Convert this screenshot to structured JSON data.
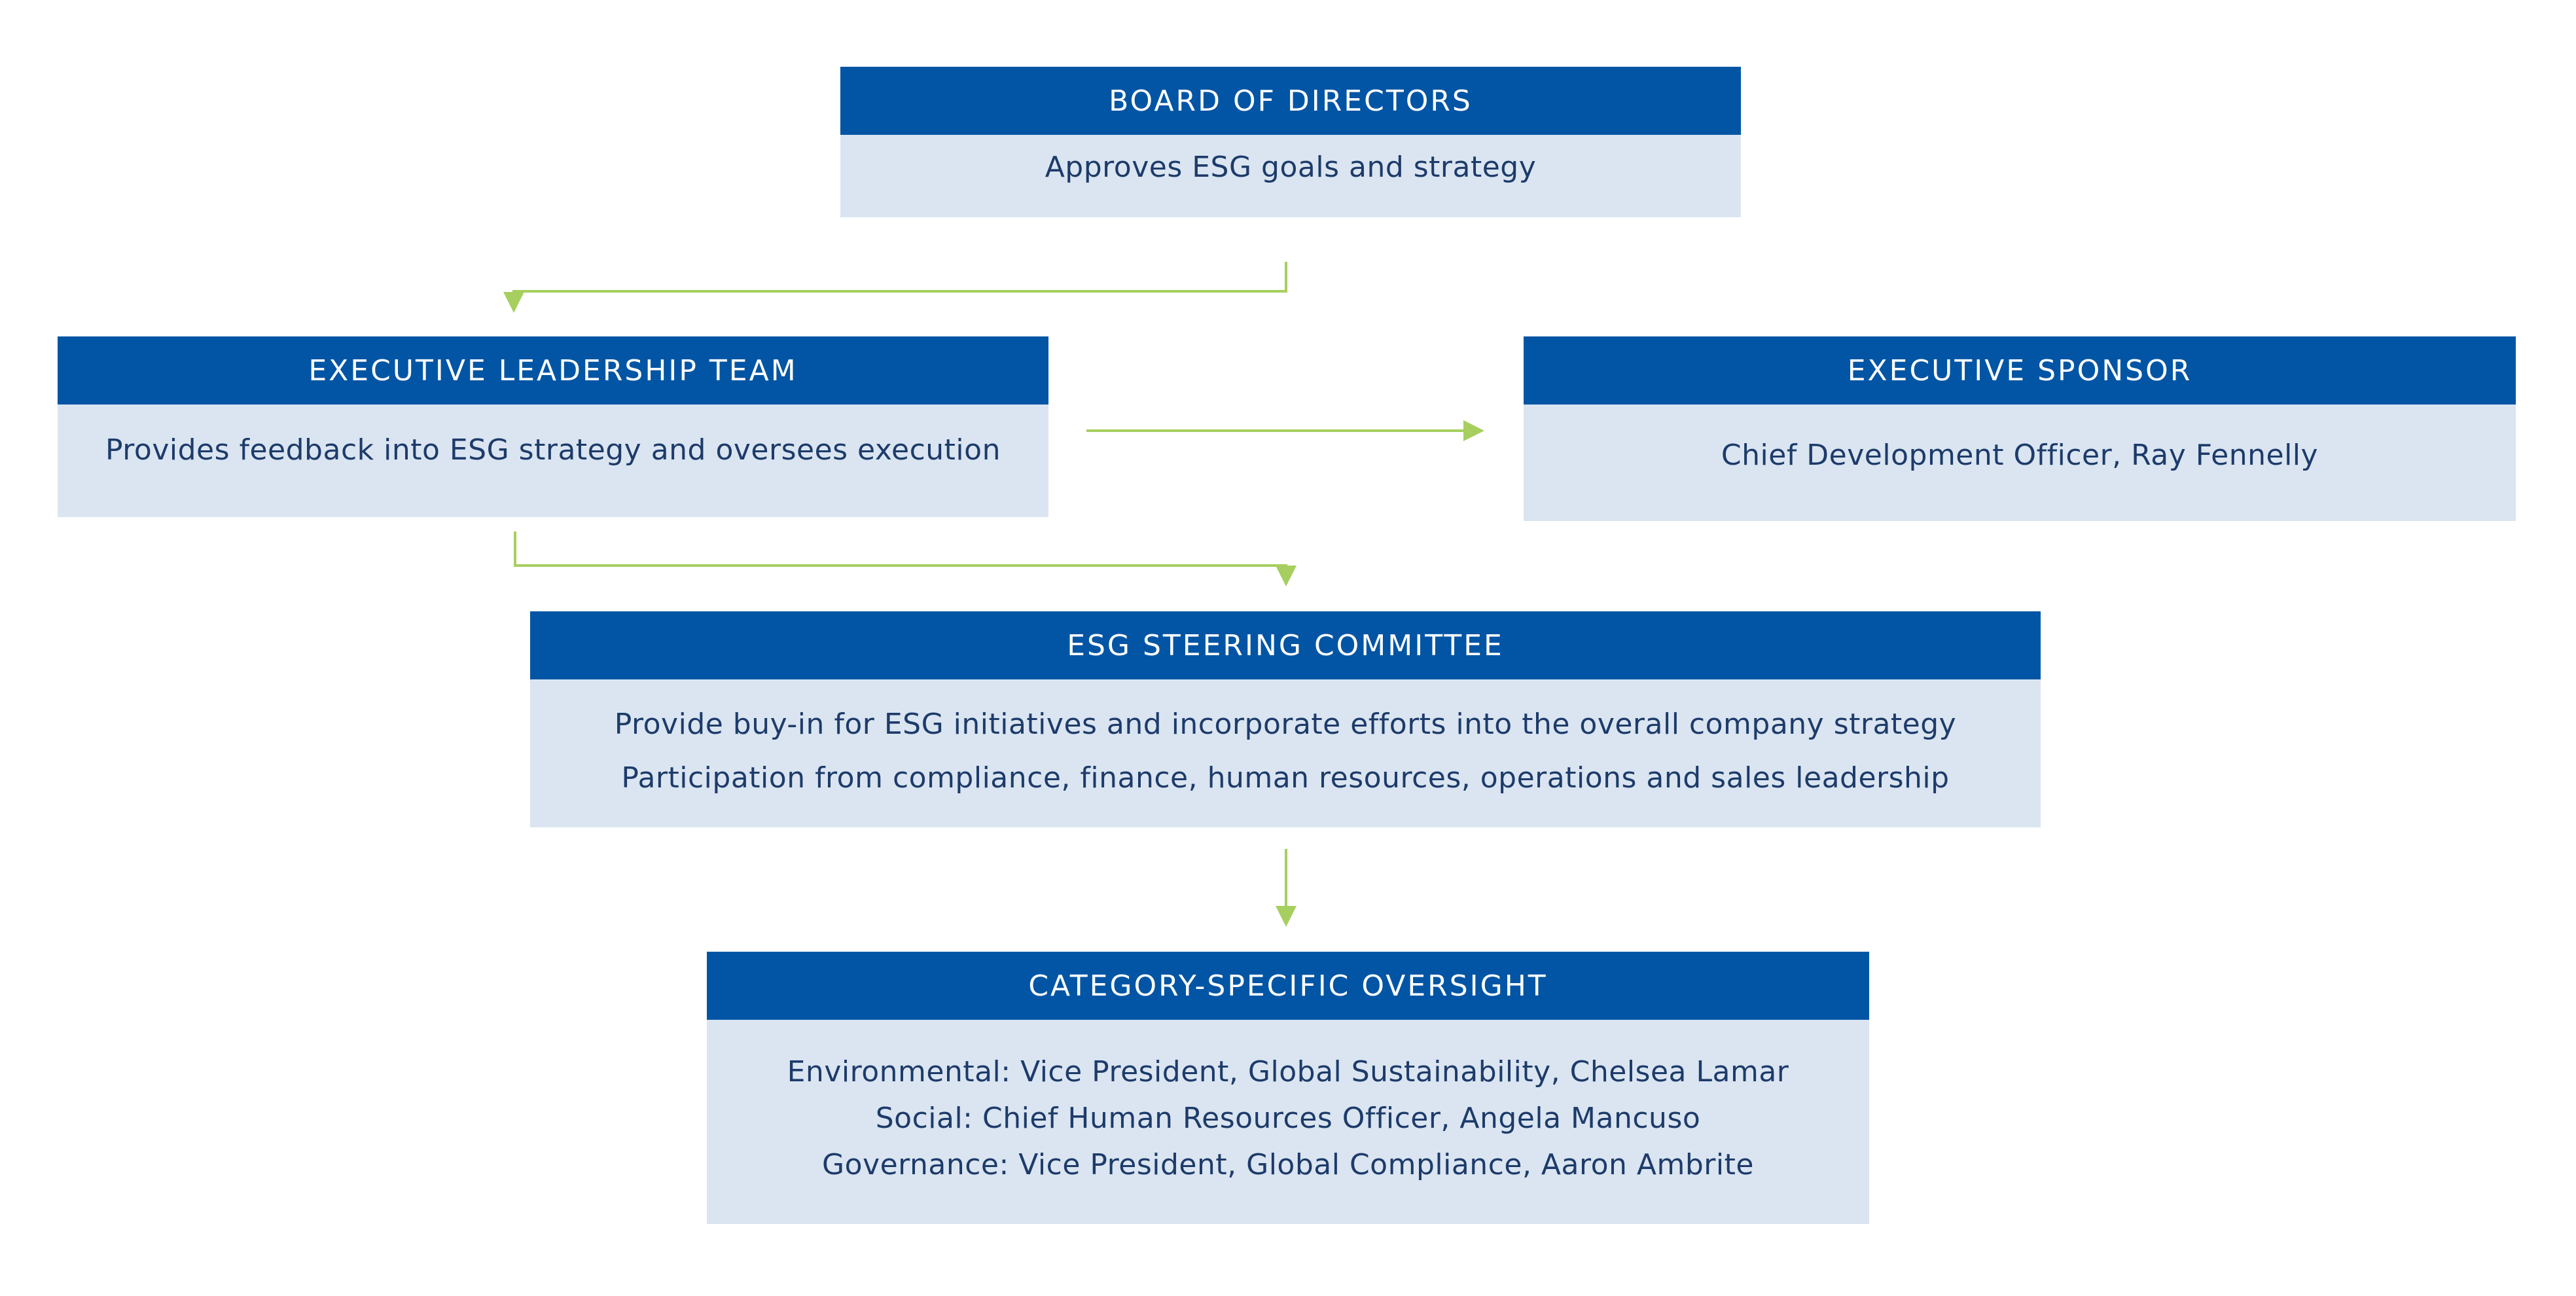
{
  "colors": {
    "header_bg": "#0255a4",
    "header_text": "#ffffff",
    "body_bg": "#dae5f1",
    "body_text": "#1d3b6a",
    "connector": "#a6cf5f"
  },
  "board": {
    "title": "BOARD OF DIRECTORS",
    "lines": [
      "Approves ESG goals and strategy"
    ]
  },
  "executive_leadership": {
    "title": "EXECUTIVE LEADERSHIP TEAM",
    "lines": [
      "Provides feedback into ESG strategy and oversees execution"
    ]
  },
  "executive_sponsor": {
    "title": "EXECUTIVE SPONSOR",
    "lines": [
      "Chief Development Officer, Ray Fennelly"
    ]
  },
  "steering_committee": {
    "title": "ESG STEERING COMMITTEE",
    "lines": [
      "Provide buy-in for ESG initiatives and incorporate efforts into the overall company strategy",
      "Participation from compliance, finance, human resources, operations and sales leadership"
    ]
  },
  "category_oversight": {
    "title": "CATEGORY-SPECIFIC OVERSIGHT",
    "lines": [
      "Environmental: Vice President, Global Sustainability, Chelsea Lamar",
      "Social: Chief Human Resources Officer, Angela Mancuso",
      "Governance: Vice President, Global Compliance, Aaron Ambrite"
    ]
  }
}
